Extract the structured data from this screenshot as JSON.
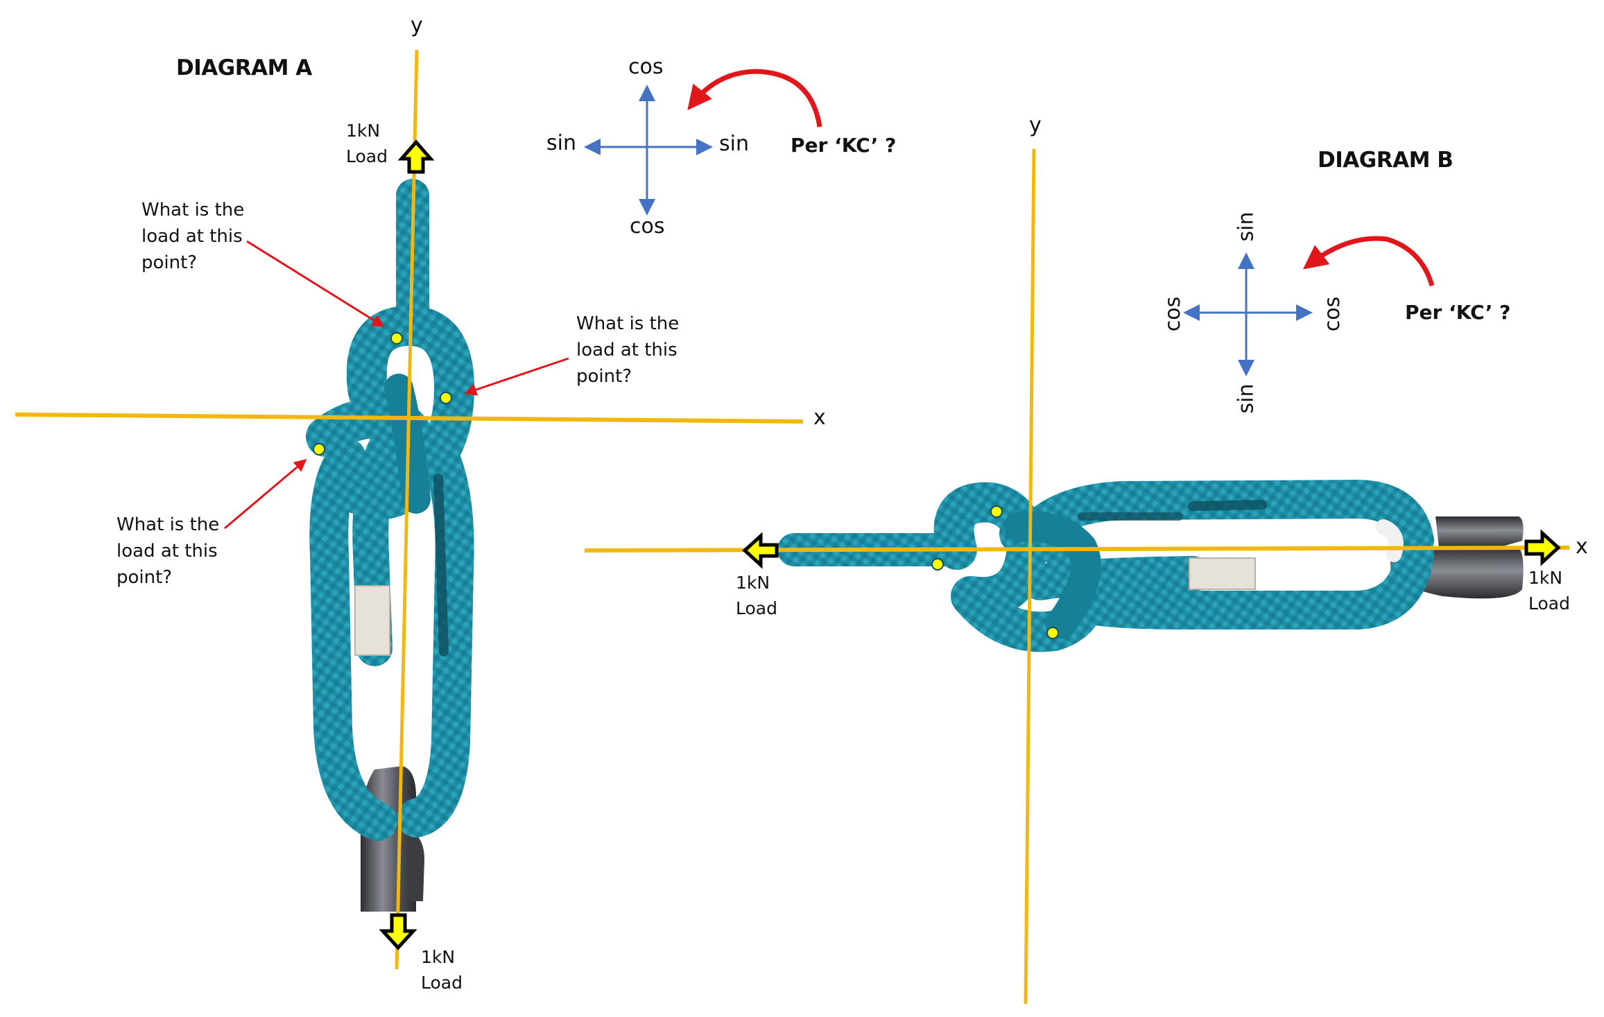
{
  "diagram_a": {
    "title": "DIAGRAM A",
    "axis_x_label": "x",
    "axis_y_label": "y",
    "top_load": {
      "line1": "1kN",
      "line2": "Load",
      "direction": "up"
    },
    "bottom_load": {
      "line1": "1kN",
      "line2": "Load",
      "direction": "down"
    },
    "trig_legend": {
      "up": "cos",
      "down": "cos",
      "left": "sin",
      "right": "sin"
    },
    "rotation_note": "Per ‘KC’ ?",
    "questions": [
      {
        "line1": "What is the",
        "line2": "load at this",
        "line3": "point?"
      },
      {
        "line1": "What is the",
        "line2": "load at this",
        "line3": "point?"
      },
      {
        "line1": "What is the",
        "line2": "load at this",
        "line3": "point?"
      }
    ]
  },
  "diagram_b": {
    "title": "DIAGRAM B",
    "axis_x_label": "x",
    "axis_y_label": "y",
    "left_load": {
      "line1": "1kN",
      "line2": "Load",
      "direction": "left"
    },
    "right_load": {
      "line1": "1kN",
      "line2": "Load",
      "direction": "right"
    },
    "trig_legend": {
      "up": "sin",
      "down": "sin",
      "left": "cos",
      "right": "cos"
    },
    "rotation_note": "Per ‘KC’ ?"
  },
  "colors": {
    "axis_yellow": "#f2b711",
    "load_arrow_fill": "#ffff00",
    "load_arrow_stroke": "#000000",
    "rope_teal": "#1f8ea5",
    "rope_dark": "#0e4f5e",
    "trig_blue": "#4472c4",
    "pointer_red": "#e0161b",
    "point_dot": "#ffff00",
    "carabiner_grey": "#55575c"
  }
}
